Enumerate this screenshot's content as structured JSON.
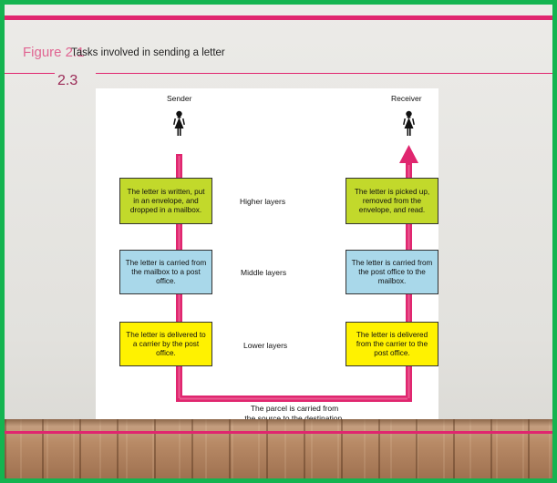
{
  "slide": {
    "figure_label": "Figure 2.1",
    "figure_title": "Tasks involved in sending a letter",
    "slide_number": "2.3"
  },
  "diagram": {
    "sender_label": "Sender",
    "receiver_label": "Receiver",
    "layers": {
      "higher": "Higher layers",
      "middle": "Middle layers",
      "lower": "Lower layers"
    },
    "sender_boxes": {
      "higher": "The letter is written, put in an envelope, and dropped in a mailbox.",
      "middle": "The letter is carried from the mailbox to a post office.",
      "lower": "The letter is delivered to a carrier by the post office."
    },
    "receiver_boxes": {
      "higher": "The letter is picked up, removed from the envelope, and read.",
      "middle": "The letter is carried from the post office to the mailbox.",
      "lower": "The letter is delivered from the carrier to the post office."
    },
    "bottom_text_line1": "The parcel is carried from",
    "bottom_text_line2": "the source to the destination."
  },
  "colors": {
    "frame": "#14b450",
    "accent": "#e0266f",
    "green_box": "#c2d92b",
    "blue_box": "#a9d8ea",
    "yellow_box": "#fff200"
  }
}
